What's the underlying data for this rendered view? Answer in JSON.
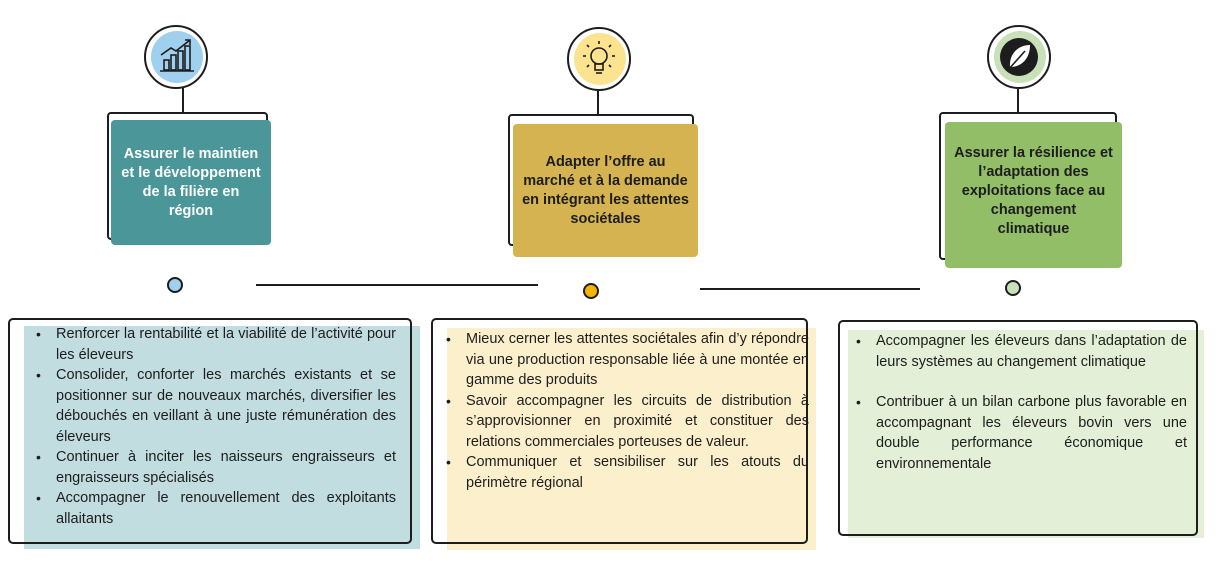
{
  "colors": {
    "teal": "#4a9699",
    "teal_light": "#c2dde0",
    "gold": "#d4b350",
    "gold_light": "#fbefcc",
    "green": "#92be68",
    "green_light": "#e3efd6",
    "outline": "#1d1d1d",
    "icon_blue": "#9fd0ee",
    "icon_yellow": "#fbe38f",
    "icon_green": "#c9e1b8"
  },
  "icons": [
    "growth-chart-icon",
    "lightbulb-icon",
    "leaf-icon"
  ],
  "columns": [
    {
      "title": "Assurer le maintien et le développement de la filière en région",
      "items": [
        "Renforcer la rentabilité et la viabilité de l’activité pour les éleveurs",
        "Consolider, conforter les marchés existants et se positionner sur de nouveaux marchés, diversifier les débouchés en veillant à une juste rémunération des éleveurs",
        "Continuer à inciter les naisseurs engraisseurs et engraisseurs spécialisés",
        "Accompagner le renouvellement des exploitants allaitants"
      ]
    },
    {
      "title": "Adapter l’offre au marché et à la demande en intégrant les attentes sociétales",
      "items": [
        "Mieux cerner les attentes sociétales afin d’y répondre via une production responsable liée à une montée en gamme des produits",
        "Savoir accompagner les circuits de distribution à s’approvisionner en proximité et constituer des relations commerciales porteuses de valeur.",
        "Communiquer et sensibiliser sur les atouts du périmètre régional"
      ]
    },
    {
      "title": "Assurer la résilience et l’adaptation des exploitations face au changement climatique",
      "items": [
        "Accompagner les éleveurs dans l’adaptation de leurs systèmes au changement climatique",
        "Contribuer à un bilan carbone plus favorable en accompagnant les éleveurs bovin vers une double performance économique et environnementale"
      ]
    }
  ]
}
